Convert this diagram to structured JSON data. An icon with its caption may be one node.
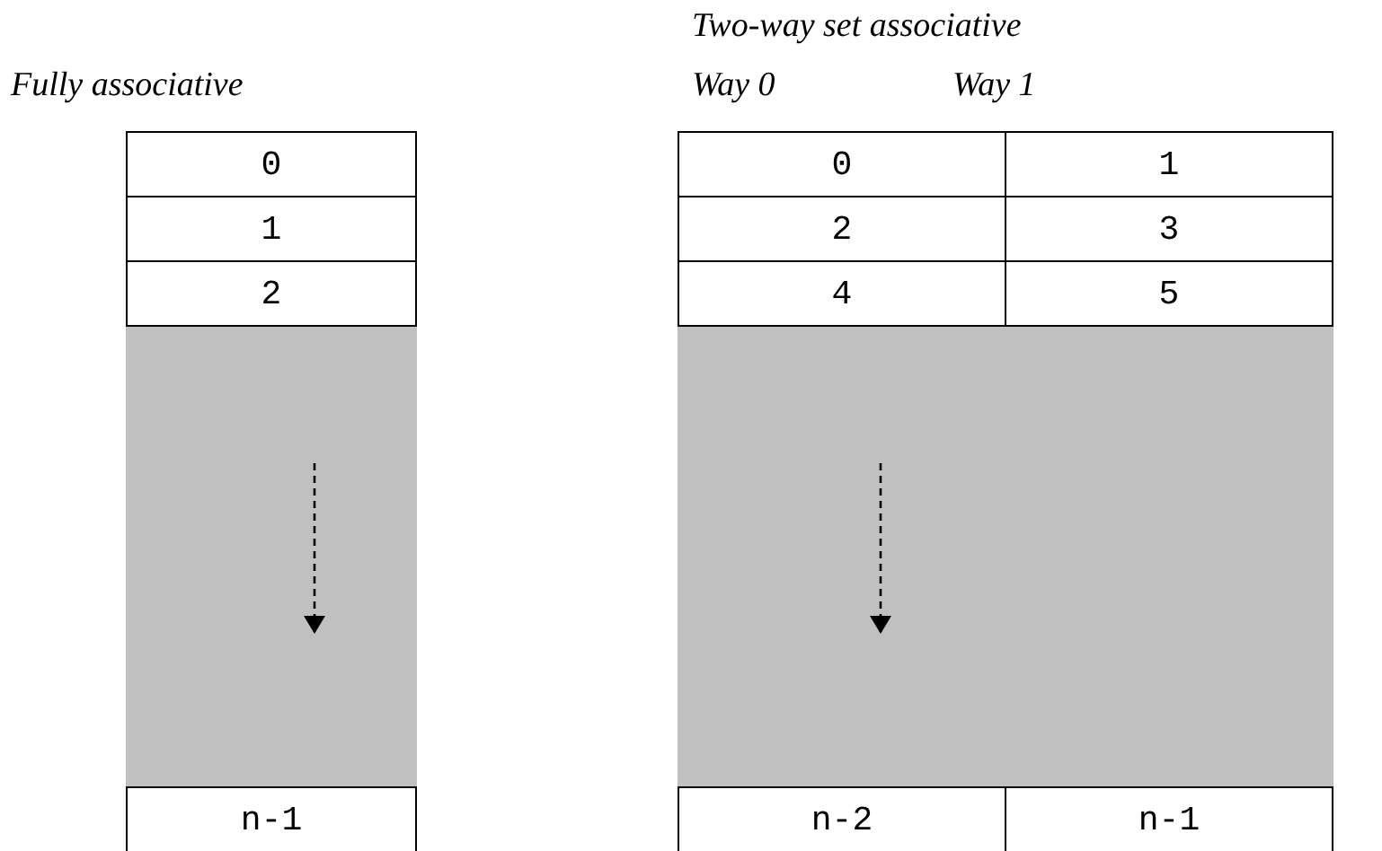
{
  "diagram": {
    "labels": [
      "Two-way set associative",
      "Fully associative",
      "Way 0",
      "Way 1",
      "0",
      "0",
      "1",
      "1",
      "2",
      "3",
      "2",
      "4",
      "5",
      "n-1",
      "n-2",
      "n-1"
    ]
  }
}
